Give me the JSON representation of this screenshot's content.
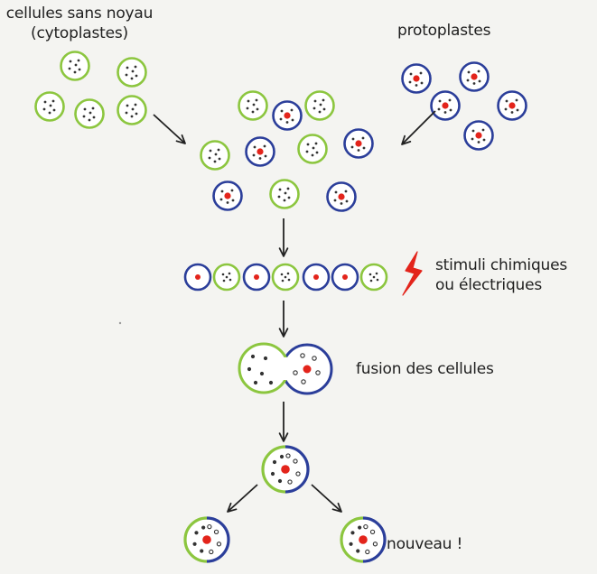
{
  "labels": {
    "cytoplasts_line1": "cellules sans noyau",
    "cytoplasts_line2": "(cytoplastes)",
    "protoplasts": "protoplastes",
    "stimuli_line1": "stimuli chimiques",
    "stimuli_line2": "ou électriques",
    "fusion": "fusion des cellules",
    "new": "nouveau !"
  },
  "colors": {
    "cytoplast_ring": "#8cc63f",
    "protoplast_ring": "#2b3e9a",
    "nucleus": "#e3241b",
    "granule": "#333333",
    "arrow": "#222222",
    "stimulus": "#e3241b",
    "background": "#f4f4f1"
  },
  "icons": [
    "cytoplast-cell-icon",
    "protoplast-cell-icon",
    "lightning-icon",
    "arrow-icon"
  ]
}
